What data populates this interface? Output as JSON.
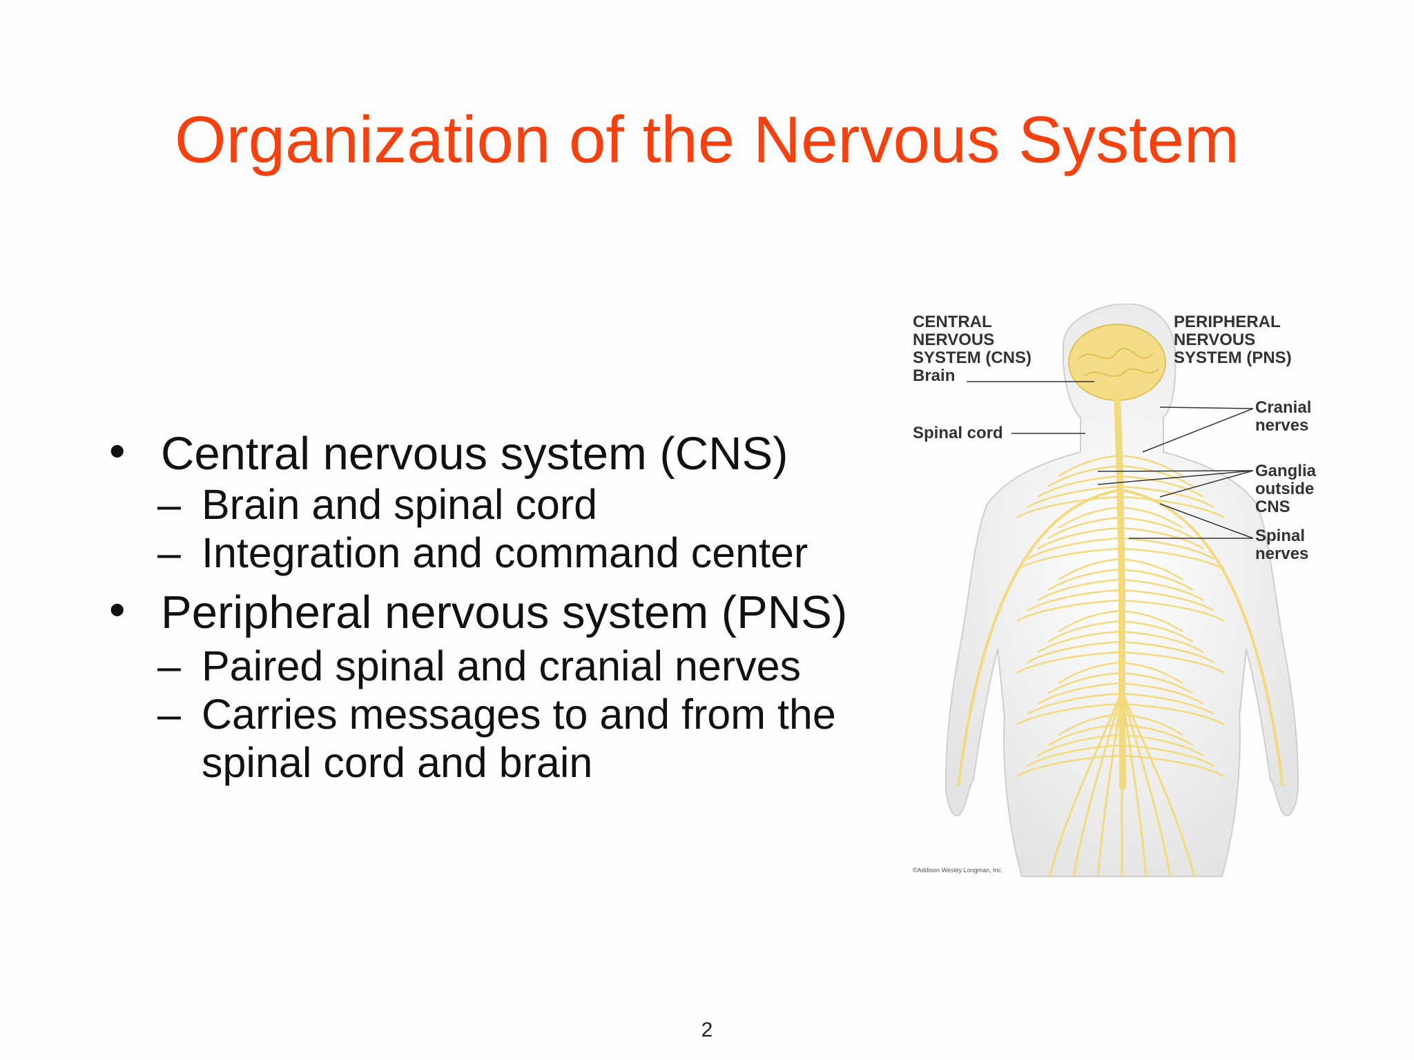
{
  "slide": {
    "title": "Organization of the Nervous System",
    "page_number": "2",
    "bullets": [
      {
        "text": "Central nervous system (CNS)",
        "subitems": [
          "Brain and spinal cord",
          "Integration and command center"
        ]
      },
      {
        "text": "Peripheral nervous system (PNS)",
        "subitems": [
          "Paired spinal and cranial nerves",
          "Carries messages to and from the spinal cord and brain"
        ]
      }
    ]
  },
  "figure": {
    "cns_heading": [
      "CENTRAL",
      "NERVOUS",
      "SYSTEM (CNS)"
    ],
    "pns_heading": [
      "PERIPHERAL",
      "NERVOUS",
      "SYSTEM (PNS)"
    ],
    "labels": {
      "brain": "Brain",
      "spinal_cord": "Spinal cord",
      "cranial_nerves": [
        "Cranial",
        "nerves"
      ],
      "ganglia": [
        "Ganglia",
        "outside",
        "CNS"
      ],
      "spinal_nerves": [
        "Spinal",
        "nerves"
      ]
    },
    "credit": "©Addison Wesley Longman, Inc.",
    "nerve_color": "#f2da7d",
    "body_color": "#ececec"
  },
  "colors": {
    "title": "#f6400e",
    "text": "#111111"
  }
}
